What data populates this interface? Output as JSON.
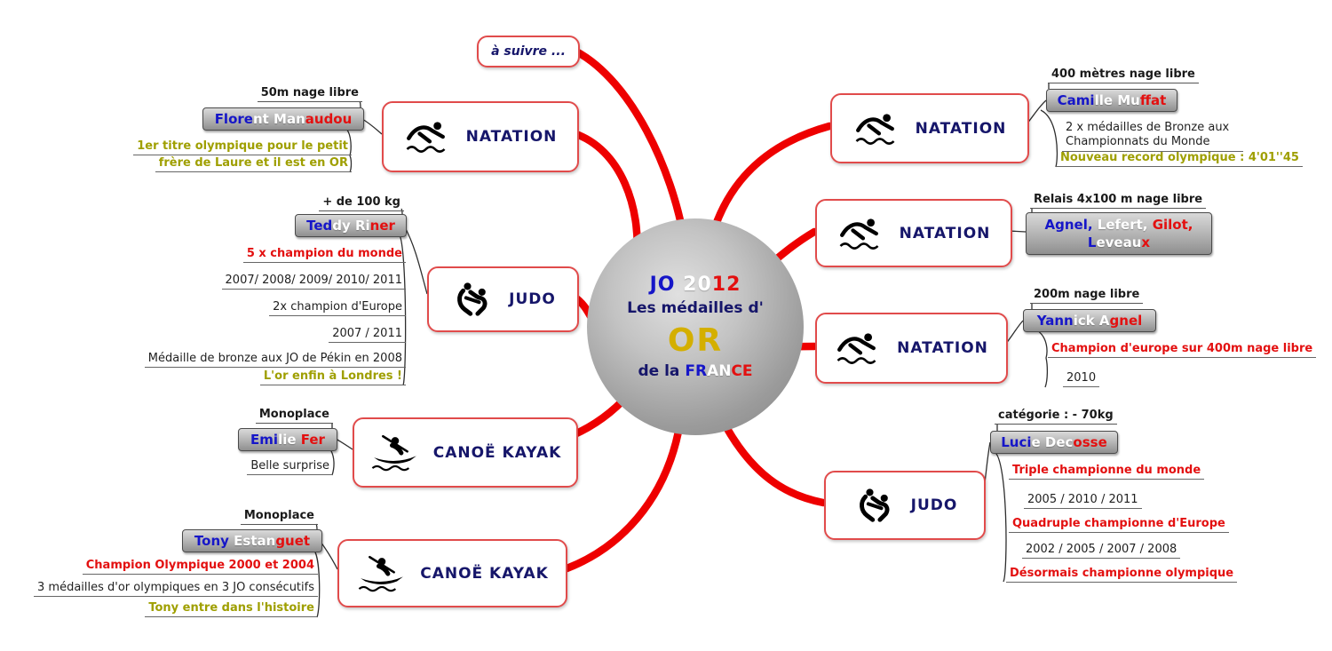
{
  "colors": {
    "accent_red": "#ee0000",
    "node_border_red": "#e14b4b",
    "flag_blue": "#1616c8",
    "flag_red": "#e31010",
    "navy": "#16166a",
    "gold_text": "#9f9f00",
    "or_gold": "#d4af00"
  },
  "center": {
    "jo": "JO ",
    "y20": "20",
    "y12": "12",
    "line2": "Les médailles d'",
    "or": "OR",
    "dela": "de la ",
    "fr": "FR",
    "an": "AN",
    "ce": "CE"
  },
  "a_suivre": "à suivre ...",
  "sports": {
    "natation": "NATATION",
    "judo": "JUDO",
    "canoe": "CANOË KAYAK"
  },
  "athletes": {
    "manaudou": {
      "category": "50m nage libre",
      "name_parts": [
        "Flore",
        "nt Man",
        "audou"
      ],
      "notes": [
        "1er titre olympique pour le petit",
        "frère de Laure et il est en OR"
      ]
    },
    "riner": {
      "category": "+ de 100 kg",
      "name_parts": [
        "Ted",
        "dy Ri",
        "ner"
      ],
      "notes": [
        "5 x champion du monde",
        "2007/ 2008/ 2009/ 2010/ 2011",
        "2x champion d'Europe",
        "2007 / 2011",
        "Médaille de bronze aux JO de Pékin en 2008",
        "L'or enfin à Londres !"
      ]
    },
    "fer": {
      "category": "Monoplace",
      "name_parts": [
        "Emi",
        "lie ",
        "Fer"
      ],
      "notes": [
        "Belle surprise"
      ]
    },
    "estanguet": {
      "category": "Monoplace",
      "name_parts": [
        "Tony ",
        "Estan",
        "guet"
      ],
      "notes": [
        "Champion Olympique 2000 et 2004",
        "3 médailles d'or olympiques en 3 JO consécutifs",
        "Tony entre dans l'histoire"
      ]
    },
    "muffat": {
      "category": "400 mètres nage libre",
      "name_parts": [
        "Cami",
        "lle Mu",
        "ffat"
      ],
      "notes": [
        "2 x médailles de Bronze aux Championnats du Monde",
        "Nouveau record olympique : 4'01''45"
      ]
    },
    "relay": {
      "category": "Relais 4x100 m nage libre",
      "line1_parts": [
        "Agnel,",
        " Lefert,",
        " Gilot,"
      ],
      "line2_parts": [
        "L",
        "eveau",
        "x"
      ]
    },
    "agnel": {
      "category": "200m nage libre",
      "name_parts": [
        "Yann",
        "ick A",
        "gnel"
      ],
      "notes": [
        "Champion d'europe sur 400m nage libre",
        "2010"
      ]
    },
    "decosse": {
      "category": "catégorie : - 70kg",
      "name_parts": [
        "Luci",
        "e Dec",
        "osse"
      ],
      "notes": [
        "Triple championne du monde",
        "2005 / 2010 / 2011",
        "Quadruple championne d'Europe",
        "2002 / 2005 / 2007 / 2008",
        "Désormais championne olympique"
      ]
    }
  }
}
